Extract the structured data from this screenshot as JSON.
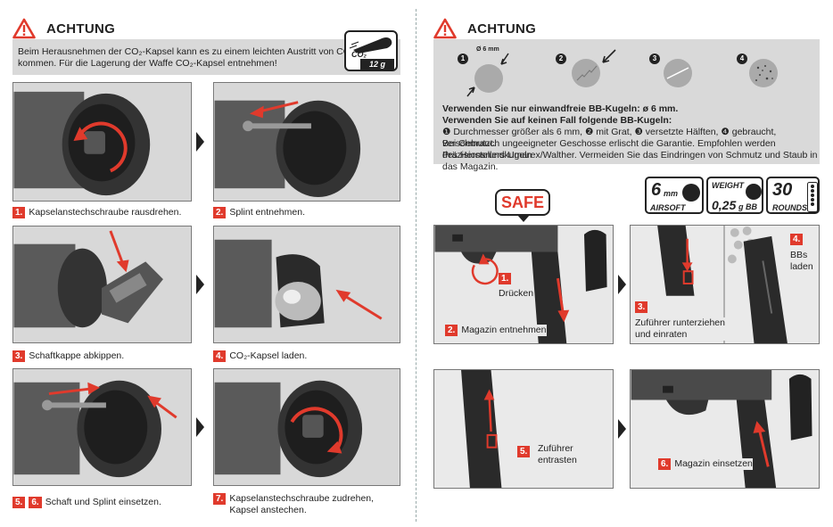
{
  "left": {
    "warning_title": "ACHTUNG",
    "warning_text_1": "Beim Herausnehmen der CO₂-Kapsel kann es zu einem leichten Austritt von CO₂",
    "warning_text_2": "kommen. Für die Lagerung der Waffe CO₂-Kapsel entnehmen!",
    "co2_label": "CO₂",
    "co2_weight": "12 g",
    "steps": [
      {
        "num": "1.",
        "text": "Kapselanstechschraube rausdrehen."
      },
      {
        "num": "2.",
        "text": "Splint entnehmen."
      },
      {
        "num": "3.",
        "text": "Schaftkappe abkippen."
      },
      {
        "num": "4.",
        "text": "CO₂-Kapsel laden."
      },
      {
        "num": "5.",
        "num2": "6.",
        "text": "Schaft und Splint einsetzen."
      },
      {
        "num": "7.",
        "text": "Kapselanstechschraube zudrehen,",
        "text2": "Kapsel anstechen."
      }
    ]
  },
  "right": {
    "warning_title": "ACHTUNG",
    "bb_markers": [
      "1",
      "2",
      "3",
      "4"
    ],
    "bb_size_label": "Ø 6 mm",
    "line1": "Verwenden Sie nur einwandfreie BB-Kugeln: ø 6 mm.",
    "line2": "Verwenden Sie auf keinen Fall folgende BB-Kugeln:",
    "line3": "❶ Durchmesser größer als 6 mm, ❷ mit Grat, ❸ versetzte Hälften, ❹ gebraucht, verschmutzt.",
    "line4": "Bei Gebrauch ungeeigneter Geschosse erlischt die Garantie. Empfohlen werden Präzisionsrundkugeln",
    "line5": "des Herstellers Umarex/Walther. Vermeiden Sie das Eindringen von Schmutz und Staub in das Magazin.",
    "safe_label": "SAFE",
    "badges": {
      "caliber_big": "6",
      "caliber_unit": "mm",
      "caliber_sub": "AIRSOFT",
      "weight_label": "WEIGHT",
      "weight_value": "0,25",
      "weight_unit": "g BB",
      "rounds_big": "30",
      "rounds_sub": "ROUNDS"
    },
    "steps": [
      {
        "num": "1.",
        "text": "Drücken"
      },
      {
        "num": "2.",
        "text": "Magazin entnehmen"
      },
      {
        "num": "3.",
        "text": "Zuführer runterziehen",
        "text2": "und einraten"
      },
      {
        "num": "4.",
        "text": "BBs",
        "text2": "laden"
      },
      {
        "num": "5.",
        "text": "Zuführer",
        "text2": "entrasten"
      },
      {
        "num": "6.",
        "text": "Magazin einsetzen"
      }
    ]
  },
  "colors": {
    "accent": "#e03a2c",
    "grey_box": "#d9d9d9",
    "ink": "#222222"
  }
}
